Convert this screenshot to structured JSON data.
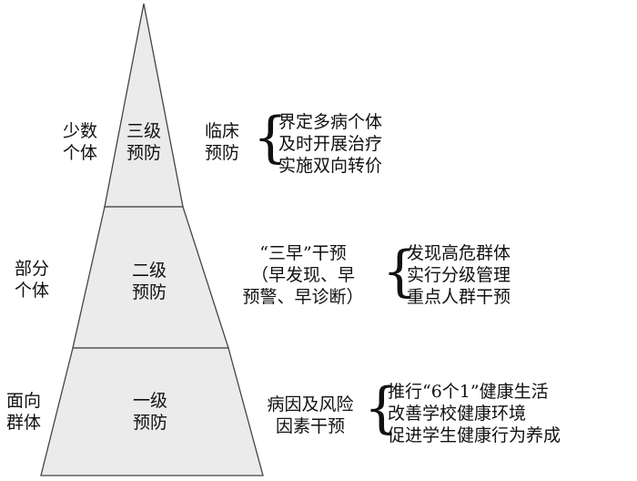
{
  "colors": {
    "fill": "#ebebeb",
    "stroke": "#444444",
    "text": "#111111"
  },
  "tiers": [
    {
      "population": [
        "少数",
        "个体"
      ],
      "level": [
        "三级",
        "预防"
      ],
      "intervention": [
        "临床",
        "预防"
      ],
      "measures": [
        "界定多病个体",
        "及时开展治疗",
        "实施双向转价"
      ]
    },
    {
      "population": [
        "部分",
        "个体"
      ],
      "level": [
        "二级",
        "预防"
      ],
      "intervention": [
        "“三早”干预",
        "（早发现、早",
        "预警、早诊断）"
      ],
      "measures": [
        "发现高危群体",
        "实行分级管理",
        "重点人群干预"
      ]
    },
    {
      "population": [
        "面向",
        "群体"
      ],
      "level": [
        "一级",
        "预防"
      ],
      "intervention": [
        "病因及风险",
        "因素干预"
      ],
      "measures": [
        "推行“6个1”健康生活",
        "改善学校健康环境",
        "促进学生健康行为养成"
      ]
    }
  ]
}
